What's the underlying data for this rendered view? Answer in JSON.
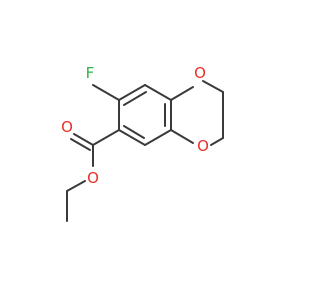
{
  "molecule": {
    "atoms": [
      {
        "id": "F",
        "label": "F",
        "color": "#2fb34a"
      },
      {
        "id": "O1",
        "label": "O",
        "color": "#e8302a"
      },
      {
        "id": "O2",
        "label": "O",
        "color": "#e8302a"
      },
      {
        "id": "O3",
        "label": "O",
        "color": "#e8302a"
      },
      {
        "id": "O4",
        "label": "O",
        "color": "#e8302a"
      }
    ],
    "bond_color": "#3a3a3a",
    "background": "#ffffff"
  }
}
